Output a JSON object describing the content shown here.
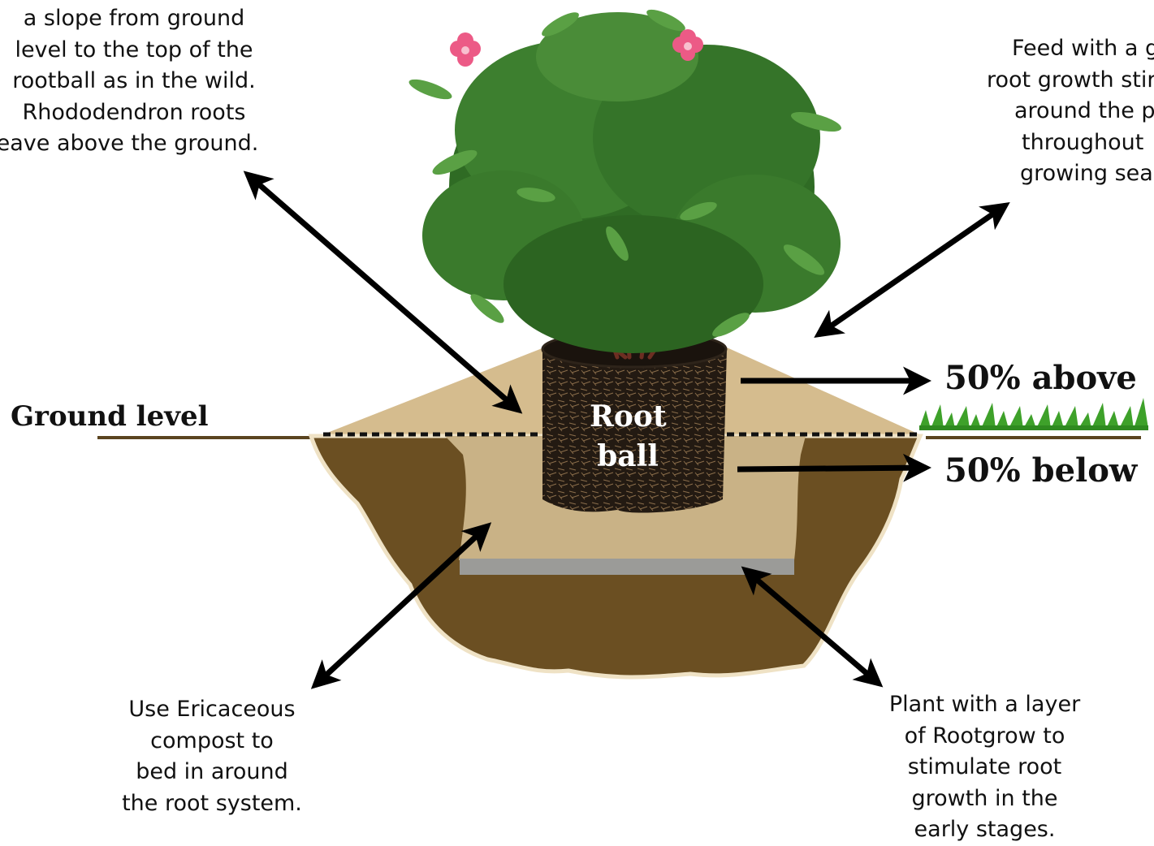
{
  "labels": {
    "ground_level": "Ground level",
    "root_ball_line1": "Root",
    "root_ball_line2": "ball",
    "above": "50% above",
    "below": "50% below"
  },
  "notes": {
    "top_left": [
      "a slope from ground",
      "level to the top of the",
      "rootball as in the wild.",
      "Rhododendron roots",
      "eave above the ground."
    ],
    "top_right": [
      "Feed with a g",
      "root growth stir",
      "around the p",
      "throughout",
      "growing sea"
    ],
    "bottom_left": [
      "Use Ericaceous",
      "compost to",
      "bed in around",
      "the root system."
    ],
    "bottom_right": [
      "Plant with a layer",
      "of Rootgrow to",
      "stimulate root",
      "growth in the",
      "early stages."
    ]
  },
  "colors": {
    "soil_dark": "#6b4f22",
    "soil_mid": "#7a5a28",
    "compost_fill": "#c9b286",
    "mound": "#d5bc8e",
    "rootgrow_layer": "#9b9b98",
    "rootball": "#231a12",
    "foliage": "#3a7a2c",
    "flower": "#ec5a86",
    "grass": "#3ea12a",
    "text": "#111111"
  }
}
